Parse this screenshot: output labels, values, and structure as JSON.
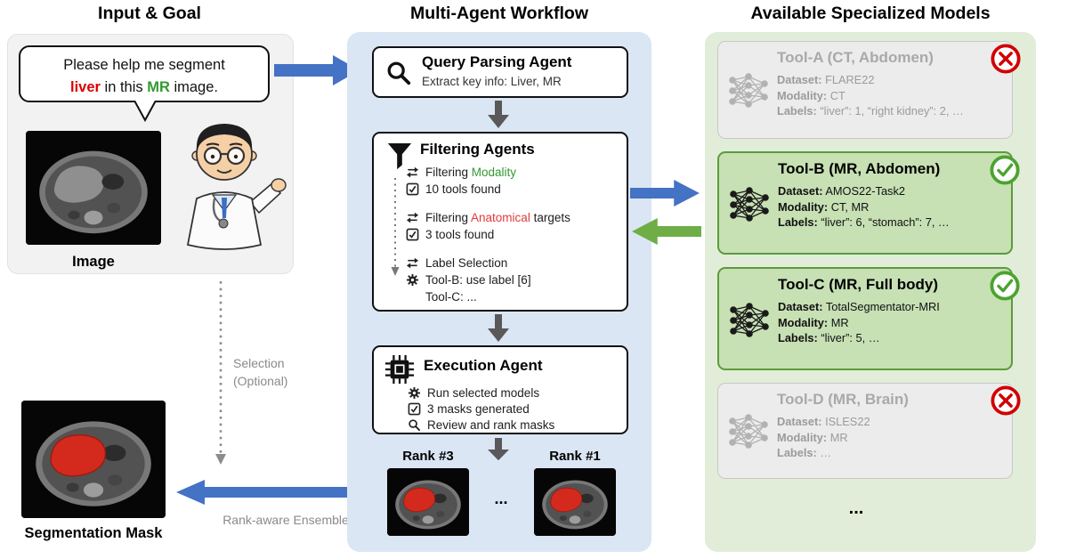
{
  "headers": {
    "input": "Input & Goal",
    "workflow": "Multi-Agent Workflow",
    "models": "Available Specialized Models"
  },
  "input": {
    "speech": {
      "line1": "Please help me segment",
      "liver": "liver",
      "mid": " in this ",
      "mr": "MR",
      "end": " image."
    },
    "image_label": "Image",
    "selection_line1": "Selection",
    "selection_line2": "(Optional)",
    "mask_label": "Segmentation Mask",
    "ensemble_label": "Rank-aware Ensemble"
  },
  "workflow": {
    "query": {
      "title": "Query Parsing Agent",
      "subtitle": "Extract key info: Liver, MR"
    },
    "filtering": {
      "title": "Filtering Agents",
      "steps": [
        {
          "pre": "Filtering ",
          "highlight": "Modality",
          "post": ""
        },
        {
          "text": "10 tools found"
        },
        {
          "pre": "Filtering ",
          "highlight": "Anatomical",
          "post": " targets"
        },
        {
          "text": "3 tools found"
        },
        {
          "text": "Label Selection"
        },
        {
          "text": "Tool-B: use label [6]"
        },
        {
          "text": "Tool-C: ..."
        }
      ]
    },
    "execution": {
      "title": "Execution Agent",
      "steps": [
        {
          "text": "Run selected models"
        },
        {
          "text": "3 masks generated"
        },
        {
          "text": "Review and rank masks"
        }
      ]
    },
    "rank_left": "Rank #3",
    "rank_right": "Rank #1",
    "dots": "..."
  },
  "models": {
    "field_labels": {
      "dataset": "Dataset:",
      "modality": "Modality:",
      "labels": "Labels:"
    },
    "tools": [
      {
        "name": "Tool-A (CT, Abdomen)",
        "status": "rejected",
        "dataset": "FLARE22",
        "modality": "CT",
        "labels": "“liver”: 1, “right kidney”: 2, …"
      },
      {
        "name": "Tool-B (MR, Abdomen)",
        "status": "accepted",
        "dataset": "AMOS22-Task2",
        "modality": "CT, MR",
        "labels": "“liver”: 6, “stomach”: 7, …"
      },
      {
        "name": "Tool-C (MR, Full body)",
        "status": "accepted",
        "dataset": "TotalSegmentator-MRI",
        "modality": "MR",
        "labels": "“liver”: 5, …"
      },
      {
        "name": "Tool-D (MR, Brain)",
        "status": "rejected",
        "dataset": "ISLES22",
        "modality": "MR",
        "labels": "…"
      }
    ],
    "more": "..."
  },
  "colors": {
    "liver_red": "#dd0000",
    "mr_green": "#339933",
    "anatomical_red": "#e03a3a",
    "blue_arrow": "#4472c4",
    "green_arrow": "#6fad47",
    "gray_arrow": "#595959",
    "workflow_panel_bg": "#dbe6f4",
    "models_panel_bg": "#e1edd8",
    "accepted_card_bg": "#c7e0b4",
    "accepted_card_border": "#5b9b3c",
    "rejected_card_bg": "#ececec"
  }
}
